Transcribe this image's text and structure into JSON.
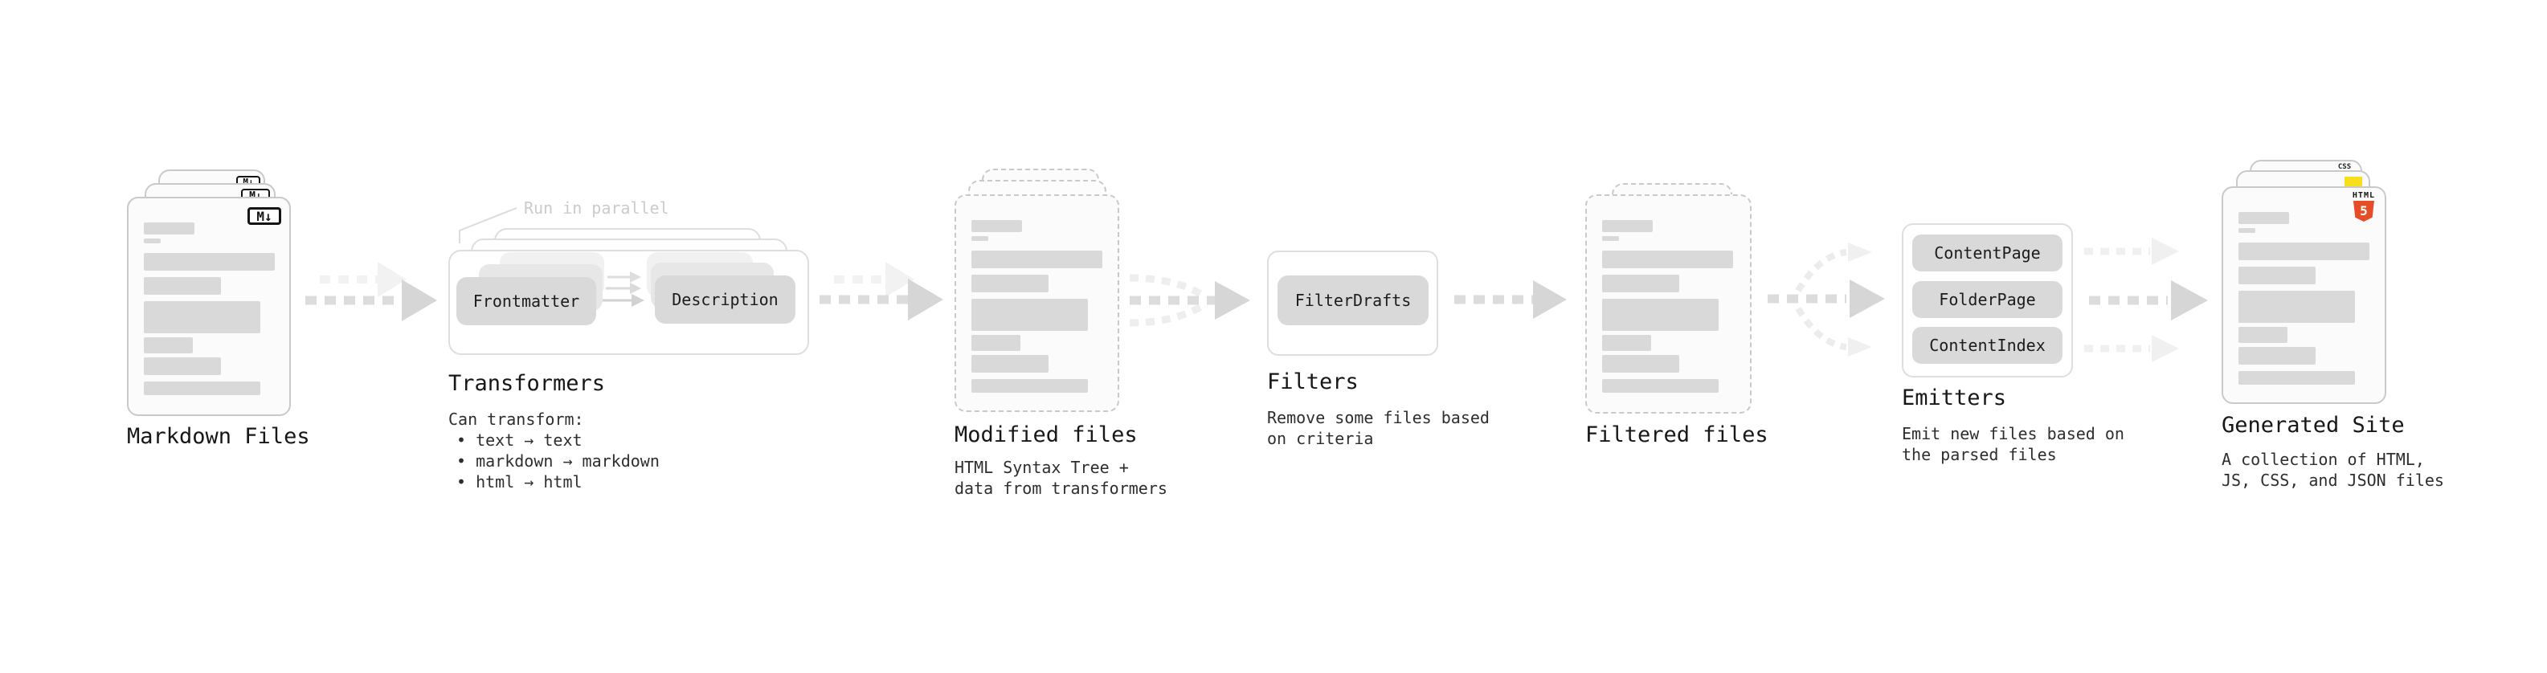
{
  "stages": {
    "markdown": {
      "title": "Markdown Files",
      "badge": "M↓"
    },
    "transformers": {
      "title": "Transformers",
      "callout": "Run in parallel",
      "pill_frontmatter": "Frontmatter",
      "pill_description": "Description",
      "sub_heading": "Can transform:",
      "bullet1": "• text → text",
      "bullet2": "• markdown → markdown",
      "bullet3": "• html → html"
    },
    "modified": {
      "title": "Modified files",
      "sub1": "HTML Syntax Tree +",
      "sub2": "data from transformers"
    },
    "filters": {
      "title": "Filters",
      "pill": "FilterDrafts",
      "sub1": "Remove some files based",
      "sub2": "on criteria"
    },
    "filtered": {
      "title": "Filtered files"
    },
    "emitters": {
      "title": "Emitters",
      "pill1": "ContentPage",
      "pill2": "FolderPage",
      "pill3": "ContentIndex",
      "sub1": "Emit new files based on",
      "sub2": "the parsed files"
    },
    "generated": {
      "title": "Generated Site",
      "sub1": "A collection of HTML,",
      "sub2": "JS, CSS, and JSON files",
      "badge_css": "CSS",
      "badge_html": "HTML",
      "badge_html_num": "5"
    }
  },
  "colors": {
    "css_blue": "#2965f1",
    "js_yellow": "#f7df1e",
    "html5_orange": "#e44d26",
    "placeholder_gray": "#d9d9d9"
  }
}
